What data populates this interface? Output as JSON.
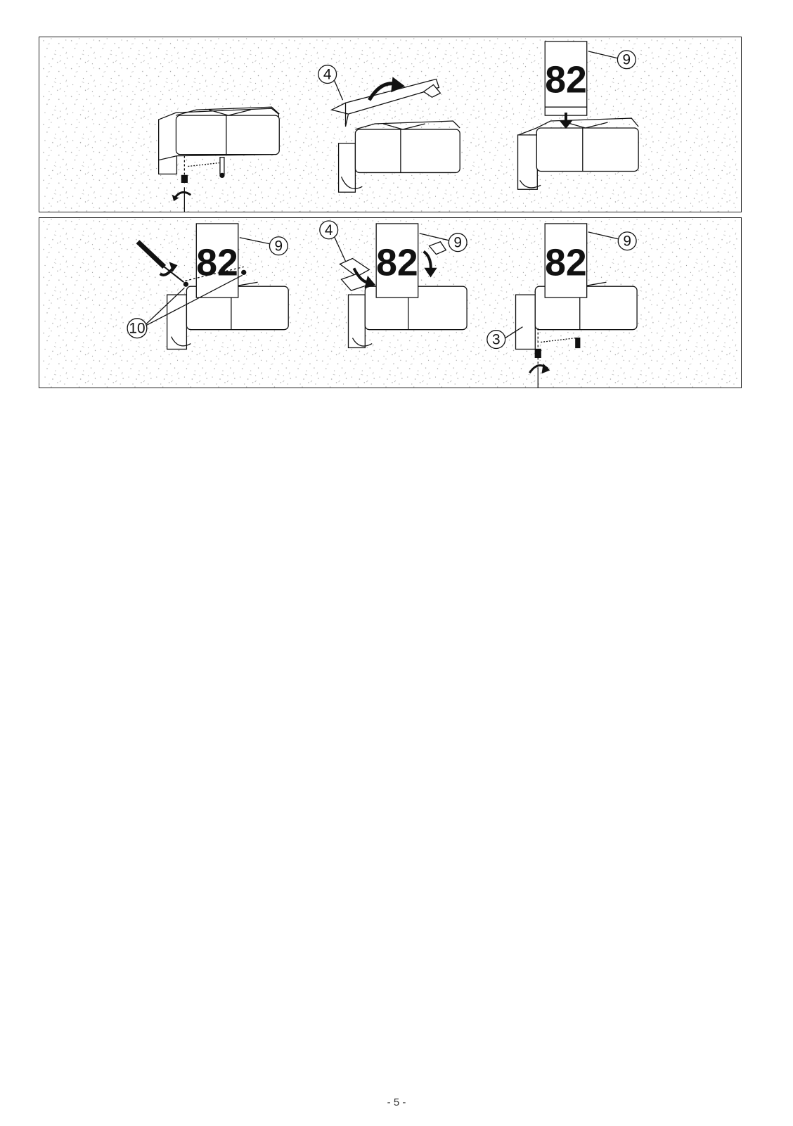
{
  "panels": {
    "top": {
      "step1": {},
      "step2": {
        "callout_cover": "4"
      },
      "step3": {
        "sign_number": "82",
        "callout_sign": "9"
      }
    },
    "bottom": {
      "step4": {
        "sign_number": "82",
        "callout_sign": "9",
        "callout_screws": "10"
      },
      "step5": {
        "sign_number": "82",
        "callout_sign": "9",
        "callout_cover": "4"
      },
      "step6": {
        "sign_number": "82",
        "callout_sign": "9",
        "callout_base": "3"
      }
    }
  },
  "footer": {
    "page_number": "- 5 -"
  },
  "colors": {
    "line": "#111111",
    "background": "#ffffff",
    "stipple": "#9a9a9a"
  }
}
